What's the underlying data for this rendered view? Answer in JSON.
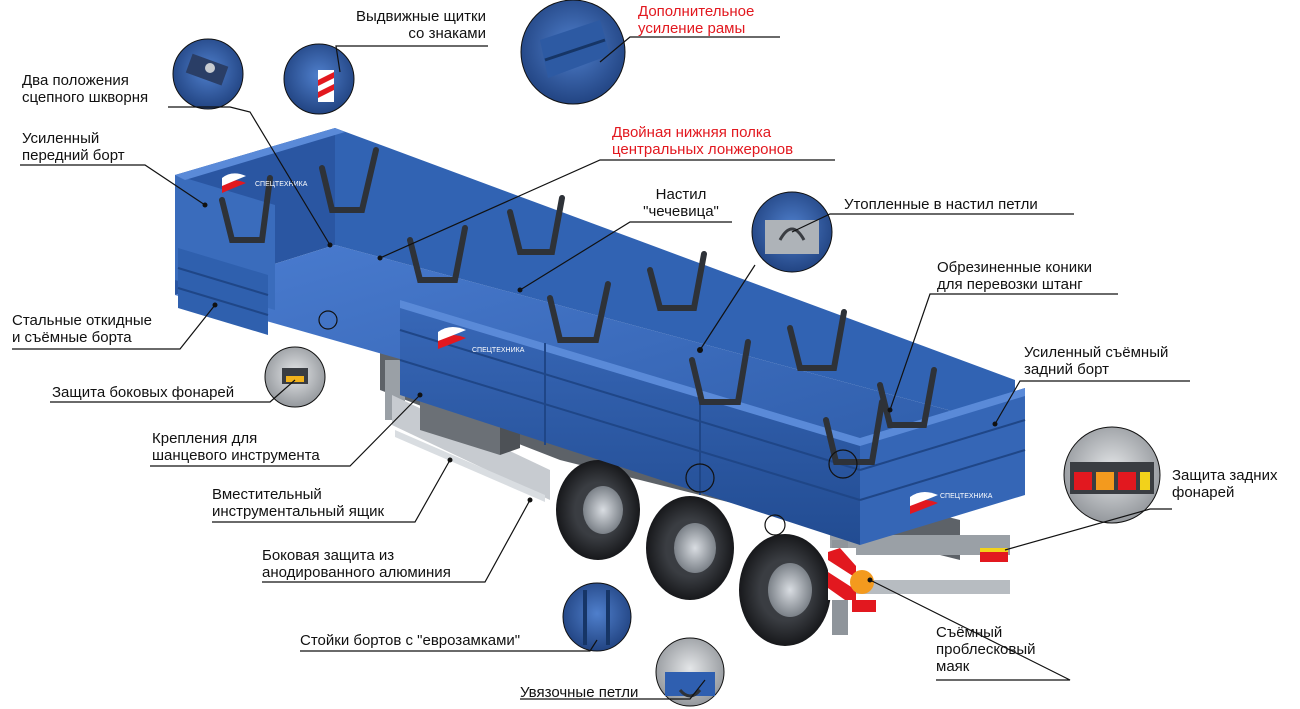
{
  "colors": {
    "body_blue": "#2f5fb0",
    "body_blue_dark": "#1f4687",
    "body_blue_light": "#4a7cd0",
    "stake": "#2e3238",
    "tire": "#222428",
    "frame": "#9aa0a6",
    "highlight_red": "#e2181f",
    "text": "#111111",
    "leader": "#111111"
  },
  "diagram": {
    "brand_text_front": "СПЕЦТЕХНИКА",
    "brand_text_side": "СПЕЦТЕХНИКА",
    "brand_text_rear": "СПЕЦТЕХНИКА"
  },
  "labels": [
    {
      "id": "label-sliding-shields",
      "lines": [
        "Выдвижные щитки",
        "со знаками"
      ],
      "highlight": false
    },
    {
      "id": "label-frame-reinforcement",
      "lines": [
        "Дополнительное",
        "усиление рамы"
      ],
      "highlight": true
    },
    {
      "id": "label-kingpin-positions",
      "lines": [
        "Два положения",
        "сцепного шкворня"
      ],
      "highlight": false
    },
    {
      "id": "label-front-board",
      "lines": [
        "Усиленный",
        "передний борт"
      ],
      "highlight": false
    },
    {
      "id": "label-double-shelf",
      "lines": [
        "Двойная нижняя полка",
        "центральных лонжеронов"
      ],
      "highlight": true
    },
    {
      "id": "label-floor-lentil",
      "lines": [
        "Настил",
        "\"чечевица\""
      ],
      "highlight": false
    },
    {
      "id": "label-recessed-loops",
      "lines": [
        "Утопленные в настил петли"
      ],
      "highlight": false
    },
    {
      "id": "label-rubber-stakes",
      "lines": [
        "Обрезиненные коники",
        "для перевозки штанг"
      ],
      "highlight": false
    },
    {
      "id": "label-steel-boards",
      "lines": [
        "Стальные откидные",
        "и съёмные борта"
      ],
      "highlight": false
    },
    {
      "id": "label-rear-board",
      "lines": [
        "Усиленный съёмный",
        "задний борт"
      ],
      "highlight": false
    },
    {
      "id": "label-side-lights",
      "lines": [
        "Защита боковых фонарей"
      ],
      "highlight": false
    },
    {
      "id": "label-tool-mounts",
      "lines": [
        "Крепления для",
        "шанцевого инструмента"
      ],
      "highlight": false
    },
    {
      "id": "label-rear-lights",
      "lines": [
        "Защита задних",
        "фонарей"
      ],
      "highlight": false
    },
    {
      "id": "label-toolbox",
      "lines": [
        "Вместительный",
        "инструментальный ящик"
      ],
      "highlight": false
    },
    {
      "id": "label-side-guard",
      "lines": [
        "Боковая защита из",
        "анодированного алюминия"
      ],
      "highlight": false
    },
    {
      "id": "label-eurolock-posts",
      "lines": [
        "Стойки бортов с \"еврозамками\""
      ],
      "highlight": false
    },
    {
      "id": "label-beacon",
      "lines": [
        "Съёмный",
        "проблесковый",
        "маяк"
      ],
      "highlight": false
    },
    {
      "id": "label-tie-loops",
      "lines": [
        "Увязочные петли"
      ],
      "highlight": false
    }
  ]
}
